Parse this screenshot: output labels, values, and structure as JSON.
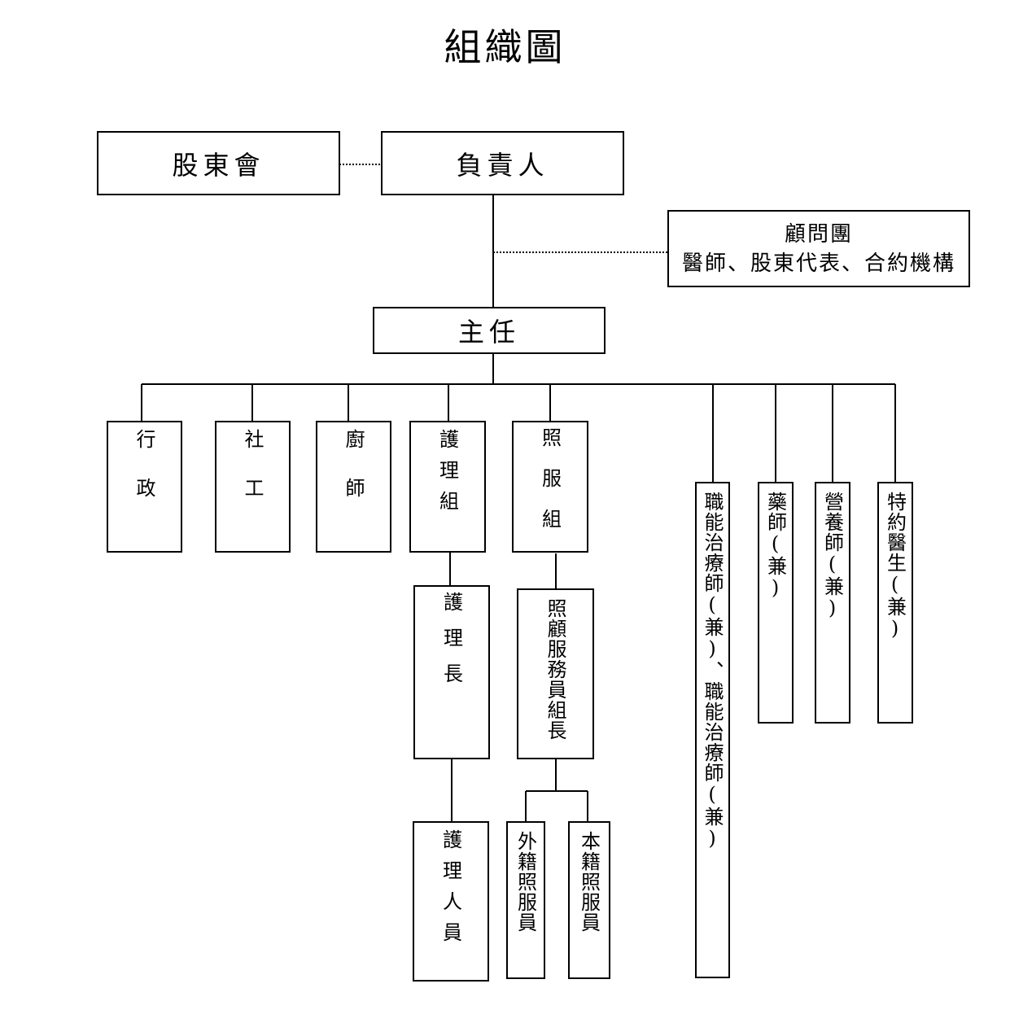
{
  "title": "組織圖",
  "nodes": {
    "shareholders": "股東會",
    "owner": "負責人",
    "advisors_title": "顧問團",
    "advisors_members": "醫師、股東代表、合約機構",
    "director": "主任",
    "admin": "行政",
    "social": "社工",
    "chef": "廚師",
    "nursing_group": "護理組",
    "care_group": "照服組",
    "ot": "職能治療師(兼)、職能治療師(兼)",
    "pharmacist": "藥師(兼)",
    "dietitian": "營養師(兼)",
    "doctor": "特約醫生(兼)",
    "head_nurse": "護理長",
    "care_leader": "照顧服務員組長",
    "nurses": "護理人員",
    "foreign_care": "外籍照服員",
    "local_care": "本籍照服員"
  }
}
